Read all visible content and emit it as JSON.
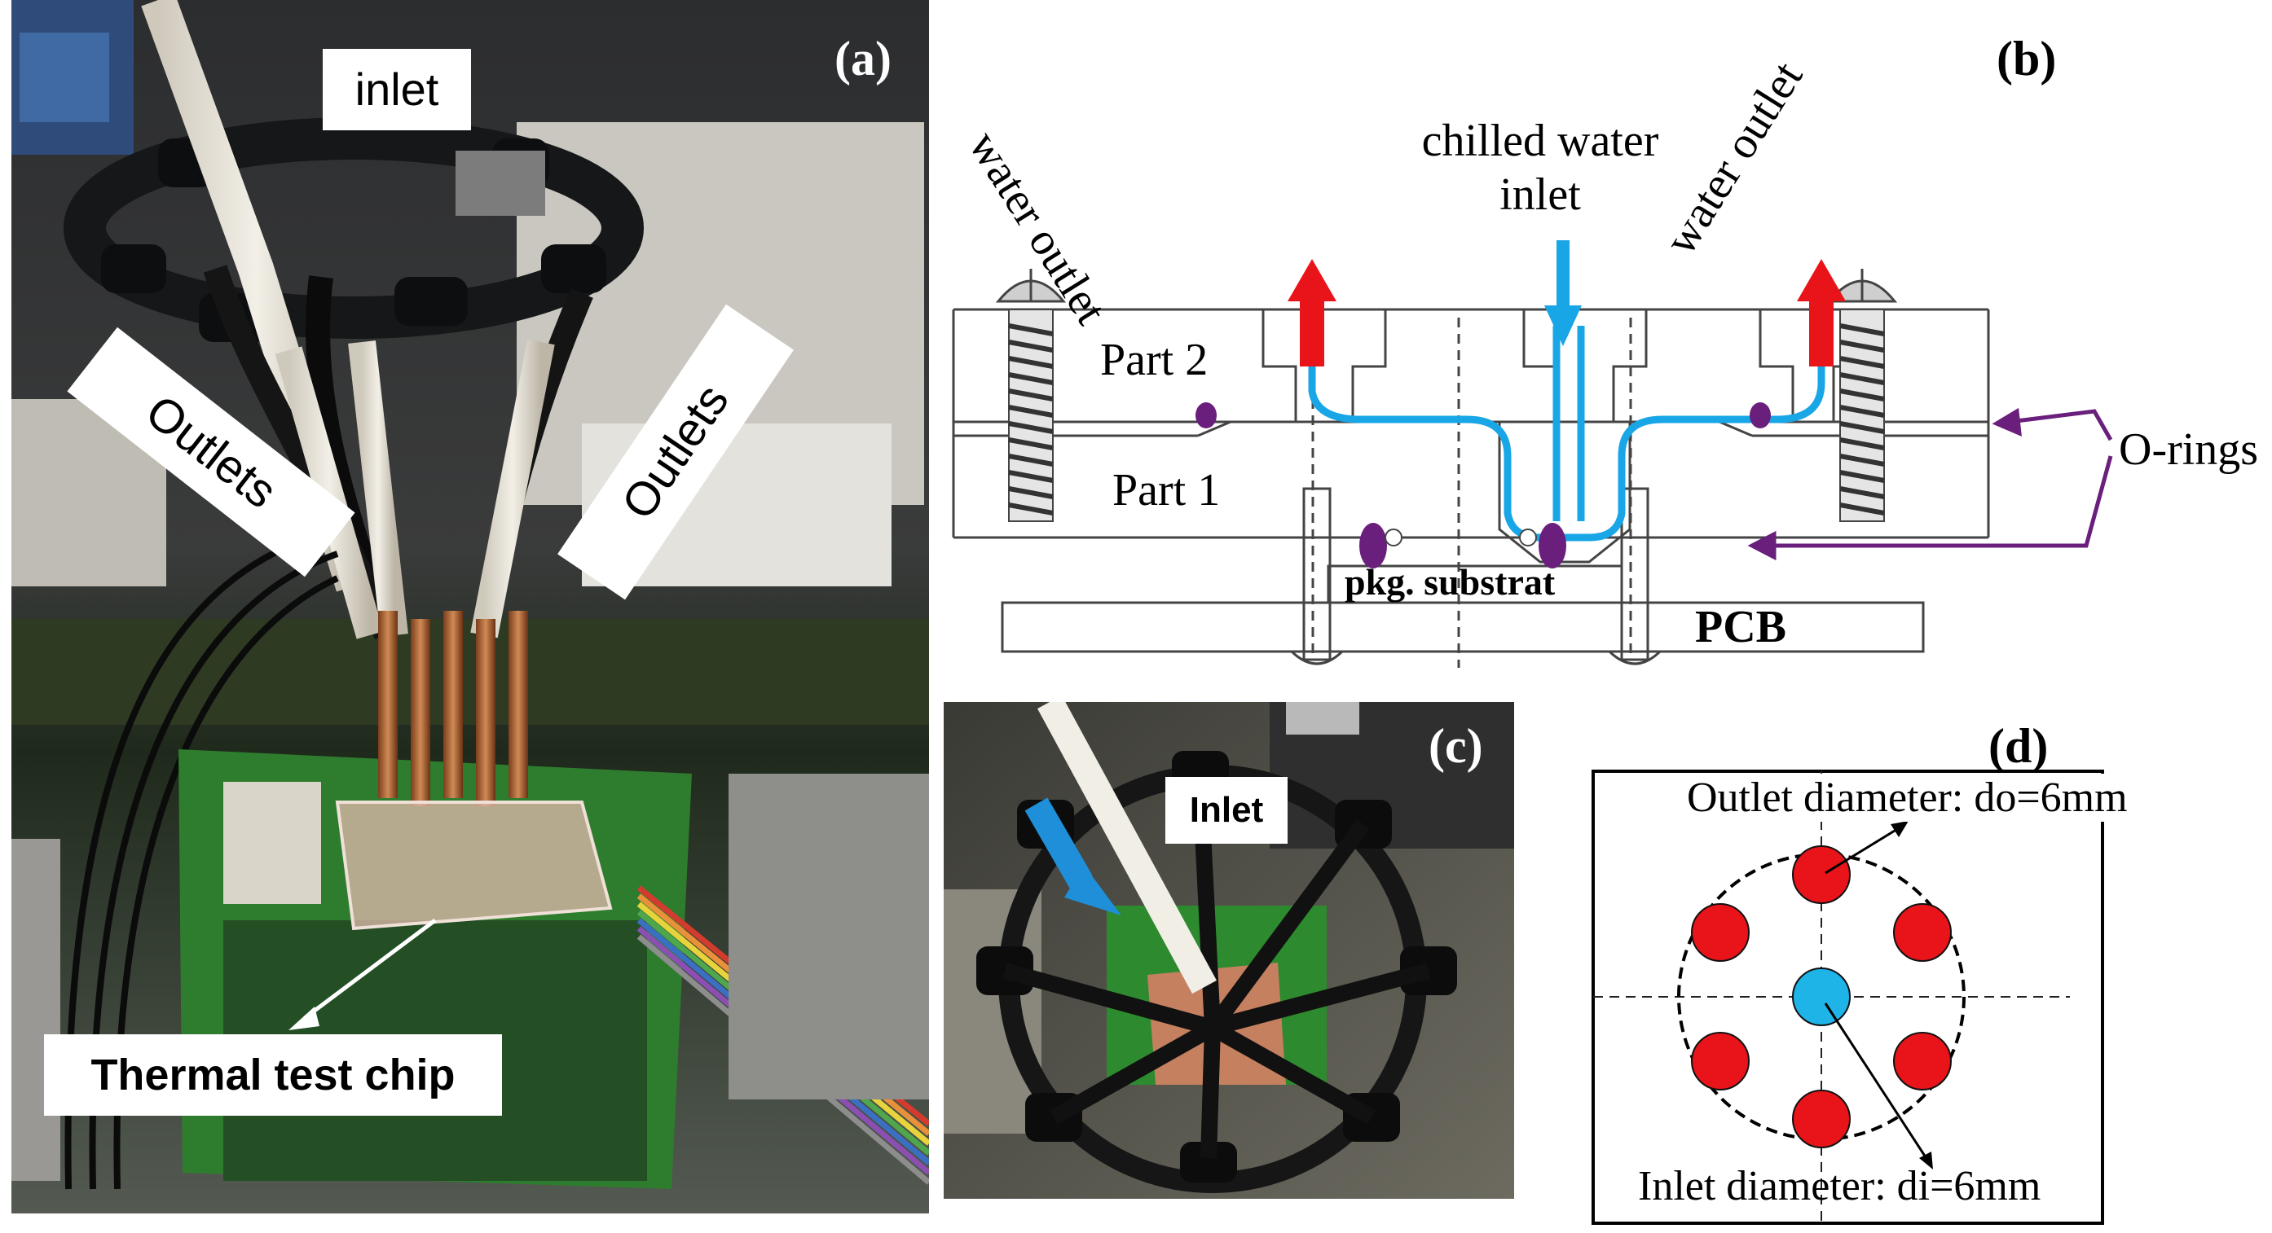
{
  "panels": {
    "a": {
      "letter": "(a)",
      "labels": {
        "inlet": "inlet",
        "outlets_left": "Outlets",
        "outlets_right": "Outlets",
        "chip": "Thermal test chip"
      }
    },
    "b": {
      "letter": "(b)",
      "labels": {
        "water_outlet_left": "water outlet",
        "water_outlet_right": "water outlet",
        "chilled_line1": "chilled water",
        "chilled_line2": "inlet",
        "part2": "Part 2",
        "part1": "Part 1",
        "o_rings": "O-rings",
        "substrate": "pkg. substrat",
        "pcb": "PCB"
      },
      "colors": {
        "outlet_arrow": "#e8141a",
        "inlet_arrow": "#19a6e6",
        "oring": "#6a1f7c",
        "flow": "#19a6e6"
      }
    },
    "c": {
      "letter": "(c)",
      "labels": {
        "inlet": "Inlet"
      },
      "colors": {
        "arrow": "#1e8fd8"
      }
    },
    "d": {
      "letter": "(d)",
      "labels": {
        "outlet_diameter": "Outlet diameter: do=6mm",
        "inlet_diameter": "Inlet diameter: di=6mm"
      },
      "colors": {
        "outlet": "#e8141a",
        "inlet": "#1fb4e8"
      }
    }
  }
}
